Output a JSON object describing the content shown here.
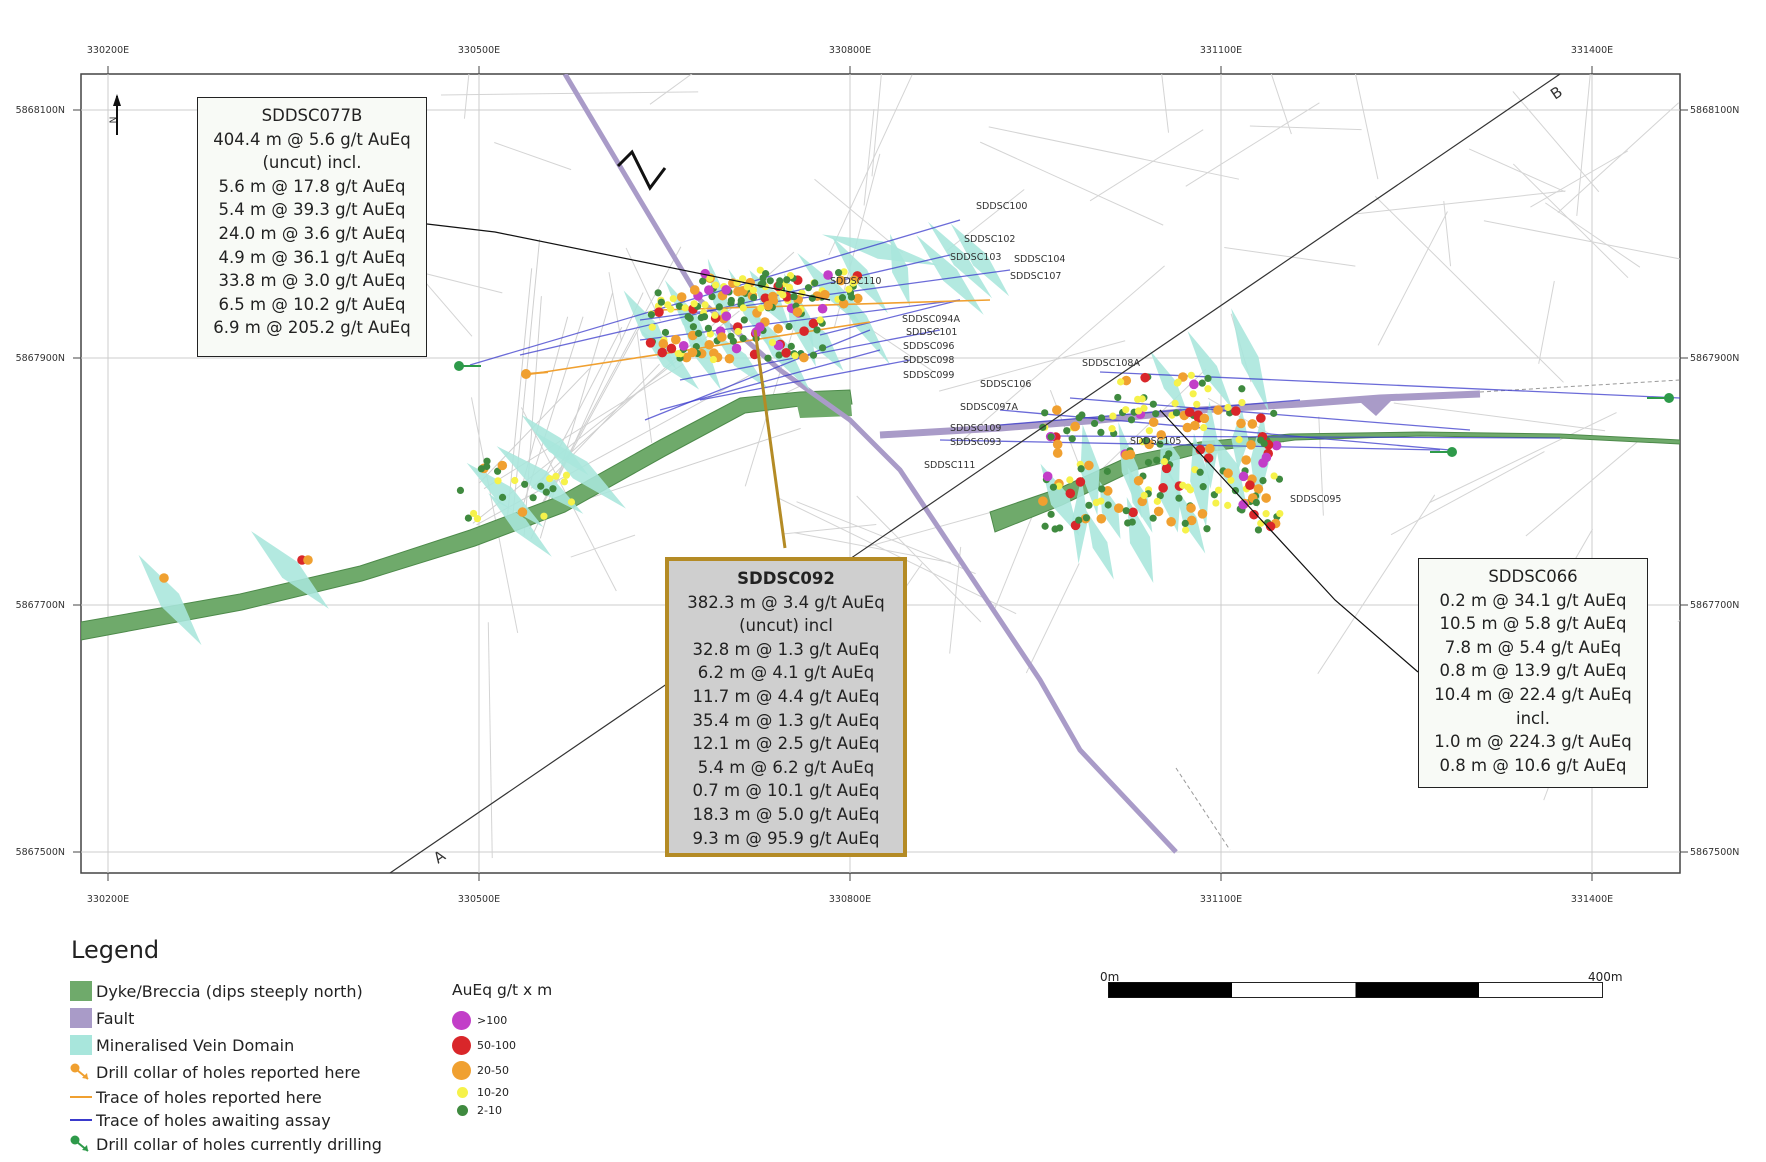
{
  "map": {
    "top_eastings": [
      "330200E",
      "330500E",
      "330800E",
      "331100E",
      "331400E"
    ],
    "bottom_eastings": [
      "330200E",
      "330500E",
      "330800E",
      "331100E",
      "331400E"
    ],
    "left_northings": [
      "5868100N",
      "5867900N",
      "5867700N",
      "5867500N"
    ],
    "right_northings": [
      "5868100N",
      "5867900N",
      "5867700N",
      "5867500N"
    ],
    "section_start": "A",
    "section_end": "B",
    "north_arrow": "N",
    "hole_labels": [
      "SDDSC100",
      "SDDSC102",
      "SDDSC103",
      "SDDSC104",
      "SDDSC107",
      "SDDSC110",
      "SDDSC094A",
      "SDDSC101",
      "SDDSC096",
      "SDDSC098",
      "SDDSC099",
      "SDDSC108A",
      "SDDSC106",
      "SDDSC097A",
      "SDDSC109",
      "SDDSC093",
      "SDDSC105",
      "SDDSC111",
      "SDDSC095"
    ],
    "colors": {
      "dyke": "#6faa6b",
      "fault": "#a99bc8",
      "vein": "#a8e6dc",
      "grid": "#cccccc",
      "reported_trace": "#f0a030",
      "awaiting_trace": "#3a3acc",
      "callout_border_highlight": "#b48b25"
    }
  },
  "callouts": [
    {
      "title": "SDDSC077B",
      "lines": [
        "404.4 m @ 5.6 g/t AuEq",
        "(uncut) incl.",
        "5.6 m @ 17.8 g/t AuEq",
        "5.4 m @ 39.3 g/t AuEq",
        "24.0 m @ 3.6 g/t AuEq",
        "4.9 m @ 36.1 g/t AuEq",
        "33.8 m @ 3.0 g/t AuEq",
        "6.5 m @ 10.2 g/t AuEq",
        "6.9 m @ 205.2 g/t AuEq"
      ]
    },
    {
      "title": "SDDSC092",
      "lines": [
        "382.3 m @ 3.4 g/t AuEq",
        "(uncut) incl",
        "32.8 m @ 1.3 g/t AuEq",
        "6.2 m @ 4.1 g/t AuEq",
        "11.7 m @ 4.4 g/t AuEq",
        "35.4 m @ 1.3 g/t AuEq",
        "12.1 m @ 2.5 g/t AuEq",
        "5.4 m @ 6.2 g/t AuEq",
        "0.7 m @ 10.1 g/t AuEq",
        "18.3 m @ 5.0 g/t AuEq",
        "9.3 m @ 95.9 g/t AuEq"
      ]
    },
    {
      "title": "SDDSC066",
      "lines": [
        "0.2 m @ 34.1 g/t AuEq",
        "10.5 m @ 5.8 g/t AuEq",
        "7.8 m @ 5.4 g/t AuEq",
        "0.8 m @ 13.9 g/t AuEq",
        "10.4 m @ 22.4 g/t AuEq",
        "incl.",
        "1.0 m @ 224.3 g/t AuEq",
        "0.8 m @ 10.6 g/t AuEq"
      ]
    }
  ],
  "legend": {
    "title": "Legend",
    "items": [
      {
        "label": "Dyke/Breccia (dips steeply north)",
        "icon": "dyke-swatch"
      },
      {
        "label": "Fault",
        "icon": "fault-swatch"
      },
      {
        "label": "Mineralised Vein Domain",
        "icon": "vein-swatch"
      },
      {
        "label": "Drill collar of holes reported here",
        "icon": "orange-collar-icon"
      },
      {
        "label": "Trace of holes reported here",
        "icon": "orange-trace-line"
      },
      {
        "label": "Trace of holes awaiting assay",
        "icon": "blue-trace-line"
      },
      {
        "label": "Drill collar of holes currently drilling",
        "icon": "green-collar-icon"
      }
    ],
    "aueq": {
      "title": "AuEq g/t x m",
      "classes": [
        {
          "label": ">100",
          "color": "#c23ec8"
        },
        {
          "label": "50-100",
          "color": "#d9262a"
        },
        {
          "label": "20-50",
          "color": "#f0a030"
        },
        {
          "label": "10-20",
          "color": "#f6f24a"
        },
        {
          "label": "2-10",
          "color": "#3f8a3f"
        }
      ]
    }
  },
  "scale_bar": {
    "start": "0m",
    "end": "400m"
  }
}
